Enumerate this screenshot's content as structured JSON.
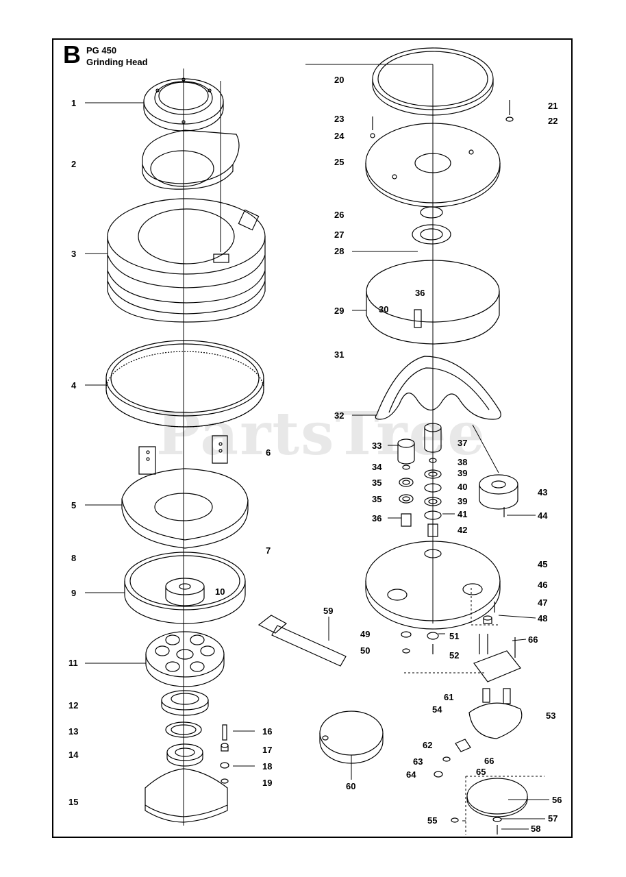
{
  "header": {
    "section_letter": "B",
    "model": "PG 450",
    "title": "Grinding Head"
  },
  "watermark": "PartsTree",
  "callouts": {
    "c1": "1",
    "c2": "2",
    "c3": "3",
    "c4": "4",
    "c5": "5",
    "c6": "6",
    "c7": "7",
    "c8": "8",
    "c9": "9",
    "c10": "10",
    "c11": "11",
    "c12": "12",
    "c13": "13",
    "c14": "14",
    "c15": "15",
    "c16": "16",
    "c17": "17",
    "c18": "18",
    "c19": "19",
    "c20": "20",
    "c21": "21",
    "c22": "22",
    "c23": "23",
    "c24": "24",
    "c25": "25",
    "c26": "26",
    "c27": "27",
    "c28": "28",
    "c29": "29",
    "c30": "30",
    "c31": "31",
    "c32": "32",
    "c33": "33",
    "c34": "34",
    "c35a": "35",
    "c35b": "35",
    "c36a": "36",
    "c36b": "36",
    "c37": "37",
    "c38": "38",
    "c39a": "39",
    "c39b": "39",
    "c40": "40",
    "c41": "41",
    "c42": "42",
    "c43": "43",
    "c44": "44",
    "c45": "45",
    "c46": "46",
    "c47": "47",
    "c48": "48",
    "c49": "49",
    "c50": "50",
    "c51": "51",
    "c52": "52",
    "c53": "53",
    "c54": "54",
    "c55": "55",
    "c56": "56",
    "c57": "57",
    "c58": "58",
    "c59": "59",
    "c60": "60",
    "c61": "61",
    "c62": "62",
    "c63": "63",
    "c64": "64",
    "c65": "65",
    "c66a": "66",
    "c66b": "66"
  }
}
